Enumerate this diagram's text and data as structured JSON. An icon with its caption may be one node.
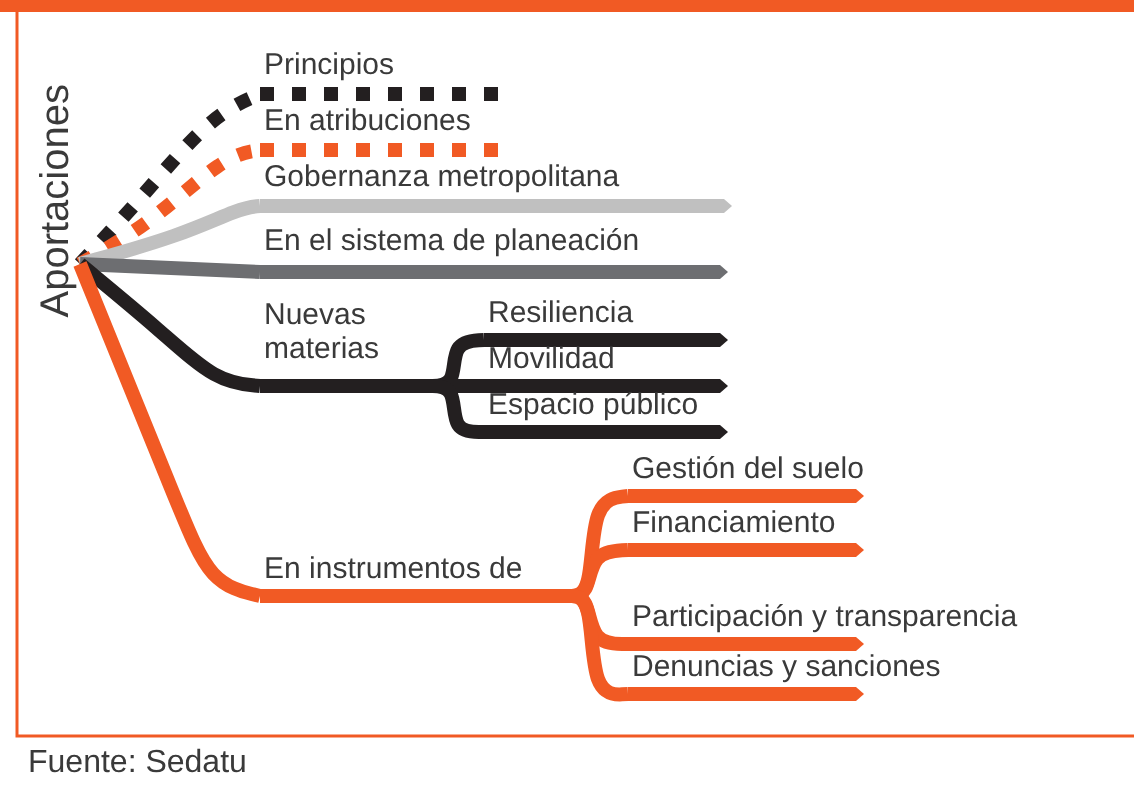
{
  "diagram": {
    "caption": "Fuente: Sedatu",
    "nodes": [
      {
        "text": [
          "Aportaciones"
        ]
      },
      {
        "text": [
          "Principios"
        ]
      },
      {
        "text": [
          "En atribuciones"
        ]
      },
      {
        "text": [
          "Gobernanza metropolitana"
        ]
      },
      {
        "text": [
          "En el sistema de planeación"
        ]
      },
      {
        "text": [
          "Nuevas materias"
        ]
      },
      {
        "text": [
          "Resiliencia"
        ]
      },
      {
        "text": [
          "Movilidad"
        ]
      },
      {
        "text": [
          "Espacio público"
        ]
      },
      {
        "text": [
          "En instrumentos de"
        ]
      },
      {
        "text": [
          "Gestión del suelo"
        ]
      },
      {
        "text": [
          "Financiamiento"
        ]
      },
      {
        "text": [
          "Participación y transparencia"
        ]
      },
      {
        "text": [
          "Denuncias y sanciones"
        ]
      }
    ],
    "edges": [
      {
        "from": 0,
        "to": 1,
        "arrow": "none",
        "style": "dashed",
        "color": "#231f20"
      },
      {
        "from": 0,
        "to": 2,
        "arrow": "none",
        "style": "dashed"
      },
      {
        "from": 0,
        "to": 3,
        "arrow": "none",
        "color": "#c0c0c0"
      },
      {
        "from": 0,
        "to": 4,
        "arrow": "none",
        "color": "#6d6e71"
      },
      {
        "from": 0,
        "to": 5,
        "arrow": "none",
        "color": "#231f20"
      },
      {
        "from": 0,
        "to": 9,
        "arrow": "none"
      },
      {
        "from": 5,
        "to": 6,
        "arrow": "none",
        "color": "#231f20"
      },
      {
        "from": 5,
        "to": 7,
        "arrow": "none",
        "color": "#231f20"
      },
      {
        "from": 5,
        "to": 8,
        "arrow": "none",
        "color": "#231f20"
      },
      {
        "from": 9,
        "to": 10,
        "arrow": "none"
      },
      {
        "from": 9,
        "to": 11,
        "arrow": "none"
      },
      {
        "from": 9,
        "to": 12,
        "arrow": "none"
      },
      {
        "from": 9,
        "to": 13,
        "arrow": "none"
      }
    ]
  }
}
